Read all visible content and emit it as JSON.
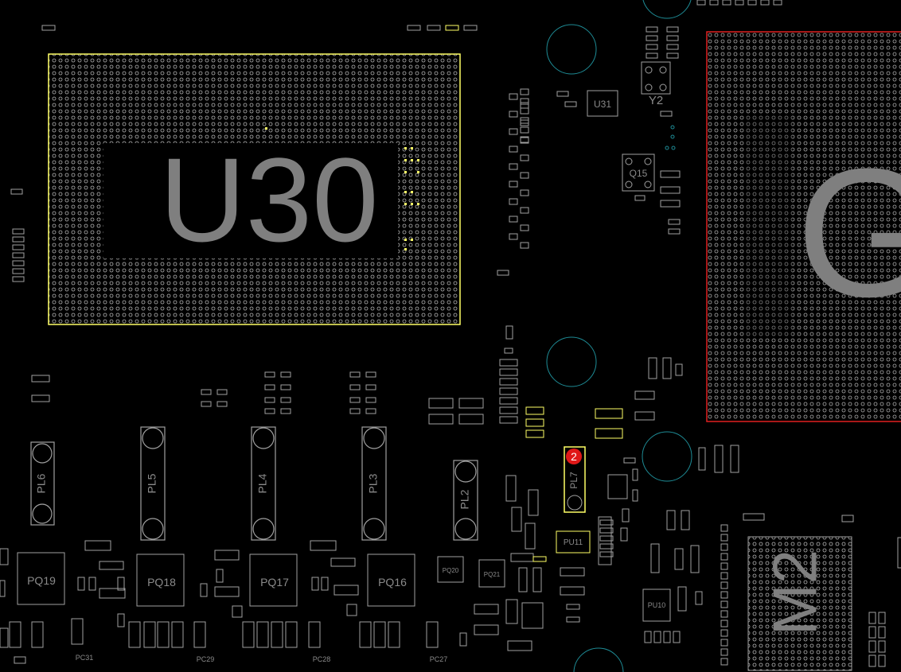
{
  "board": {
    "chips": {
      "u30": "U30",
      "g": "G",
      "m2": "M2",
      "u31": "U31",
      "y2": "Y2",
      "q15": "Q15"
    },
    "inductors": {
      "pl6": "PL6",
      "pl5": "PL5",
      "pl4": "PL4",
      "pl3": "PL3",
      "pl2": "PL2",
      "pl7": "PL7"
    },
    "power_parts": {
      "pq19": "PQ19",
      "pq18": "PQ18",
      "pq17": "PQ17",
      "pq16": "PQ16",
      "pq20": "PQ20",
      "pq21": "PQ21",
      "pu10": "PU10",
      "pu11": "PU11"
    },
    "footer_parts": {
      "pc31": "PC31",
      "pc29": "PC29",
      "pc28": "PC28",
      "pc27": "PC27"
    },
    "marker": {
      "number": "2"
    },
    "colors": {
      "background": "#000000",
      "component": "#a0a0a0",
      "highlight": "#ffff66",
      "gpu_outline": "#e02020",
      "hole": "#1e8c96",
      "marker": "#e01818"
    }
  }
}
